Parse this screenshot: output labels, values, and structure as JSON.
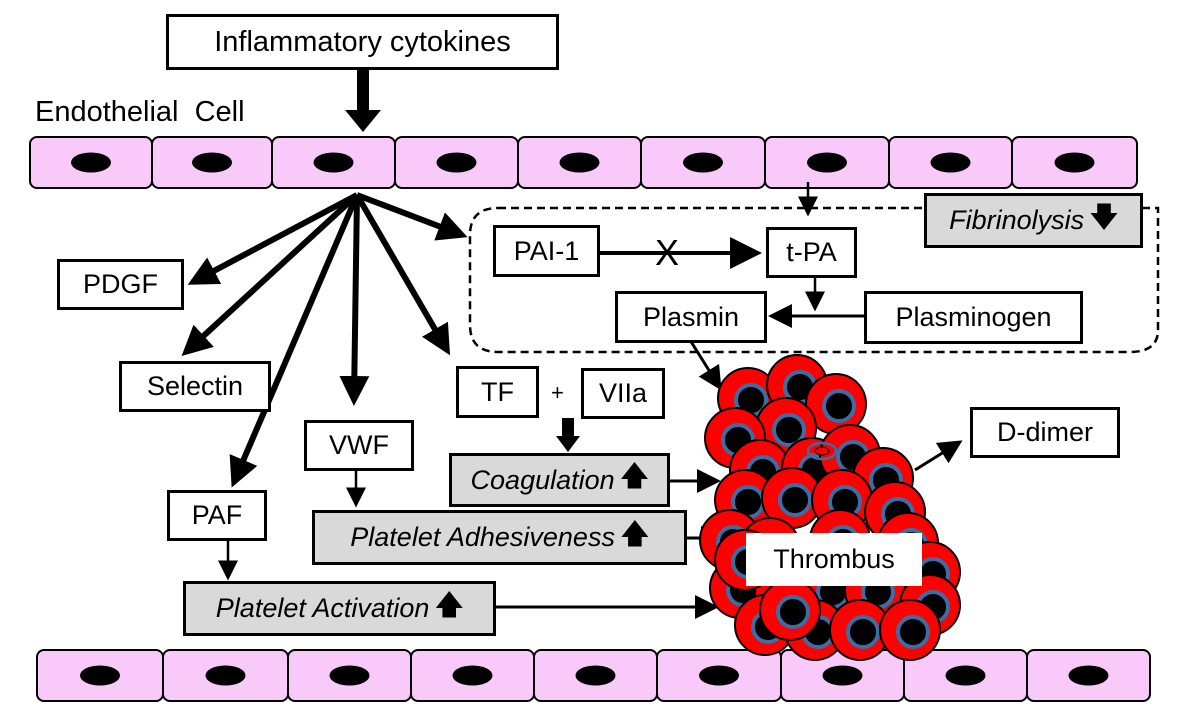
{
  "labels": {
    "cytokines": "Inflammatory cytokines",
    "endothelial": "Endothelial  Cell",
    "pdgf": "PDGF",
    "selectin": "Selectin",
    "paf": "PAF",
    "vwf": "VWF",
    "tf": "TF",
    "plus": "+",
    "viia": "VIIa",
    "pai1": "PAI-1",
    "cross": "X",
    "tpa": "t-PA",
    "plasmin": "Plasmin",
    "plasminogen": "Plasminogen",
    "fibrinolysis": "Fibrinolysis",
    "coagulation": "Coagulation",
    "platelet_adhesiveness": "Platelet Adhesiveness",
    "platelet_activation": "Platelet Activation",
    "thrombus": "Thrombus",
    "ddimer": "D-dimer"
  },
  "icons": {
    "increase": "up-arrow-icon",
    "decrease": "down-arrow-icon"
  },
  "colors": {
    "cell_fill": "#f9c9f9",
    "nucleus": "#000000",
    "rbc": "#ff0000",
    "rbc_center_ring": "#3a6ea5",
    "highlight_box": "#d9d9d9"
  }
}
